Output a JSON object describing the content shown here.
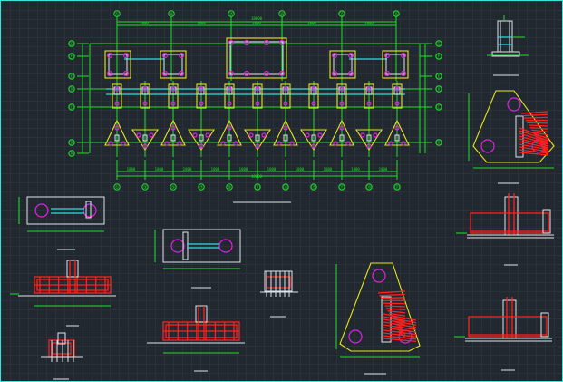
{
  "colors": {
    "background": "#212830",
    "grid": "#2a3139",
    "frame": "#3fe0dc",
    "axis_lines": "#1fe02a",
    "rebar": "#ff2020",
    "piles": "#e020e0",
    "pile_caps": "#e6e61a",
    "tie_beams": "#2adfdf",
    "outlines": "#dfe4e9"
  },
  "plan": {
    "top_axis_labels": [
      "①",
      "④",
      "⑦",
      "⑩",
      "⑬",
      "⑯"
    ],
    "bottom_axis_labels": [
      "①",
      "③",
      "⑤",
      "⑦",
      "⑨",
      "⑪",
      "⑬",
      "⑮",
      "⑰",
      "⑲",
      "㉑"
    ],
    "left_axis_labels": [
      "Ⓖ",
      "Ⓕ",
      "Ⓔ",
      "Ⓓ",
      "Ⓒ",
      "Ⓑ",
      "Ⓐ"
    ],
    "right_axis_labels": [
      "Ⓖ",
      "Ⓕ",
      "Ⓔ",
      "Ⓓ",
      "Ⓒ",
      "Ⓑ"
    ]
  },
  "icons": {
    "pile": "magenta-circle",
    "axis_bubble": "green-circle"
  }
}
